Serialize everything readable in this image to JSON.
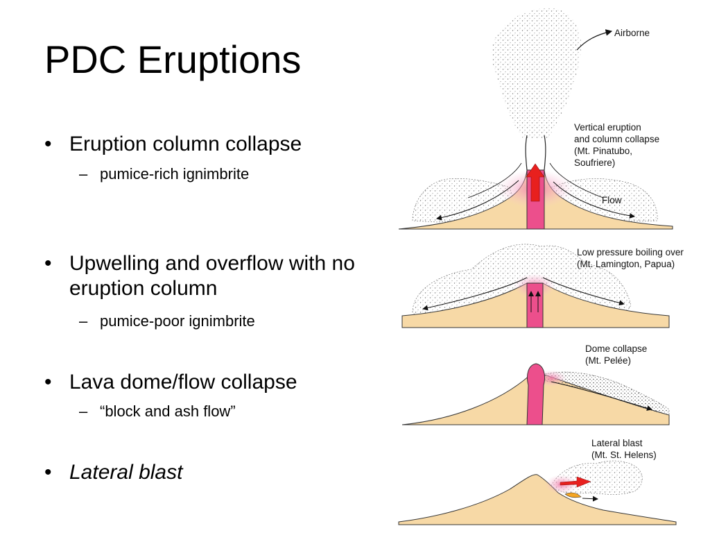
{
  "slide": {
    "title": "PDC Eruptions",
    "bullet_symbol": "•",
    "sub_symbol": "–",
    "bullets": [
      {
        "text": "Eruption column collapse",
        "sub": "pumice-rich ignimbrite"
      },
      {
        "text": "Upwelling and overflow with no eruption column",
        "sub": "pumice-poor ignimbrite"
      },
      {
        "text": "Lava dome/flow collapse",
        "sub": "“block and ash flow”"
      },
      {
        "text": "Lateral blast"
      }
    ]
  },
  "figure": {
    "colors": {
      "ground": "#f7d9a6",
      "magma": "#ec4f8c",
      "arrow": "#e8201e",
      "glow": "#f4b3cc",
      "ash": "#888888"
    },
    "panels": [
      {
        "airborne": "Airborne",
        "lines": [
          "Vertical eruption",
          "and column collapse",
          "(Mt. Pinatubo,",
          "Soufriere)"
        ],
        "flow": "Flow"
      },
      {
        "lines": [
          "Low pressure boiling over",
          "(Mt. Lamington, Papua)"
        ]
      },
      {
        "lines": [
          "Dome collapse",
          "(Mt. Pelée)"
        ]
      },
      {
        "lines": [
          "Lateral blast",
          "(Mt. St. Helens)"
        ]
      }
    ]
  }
}
